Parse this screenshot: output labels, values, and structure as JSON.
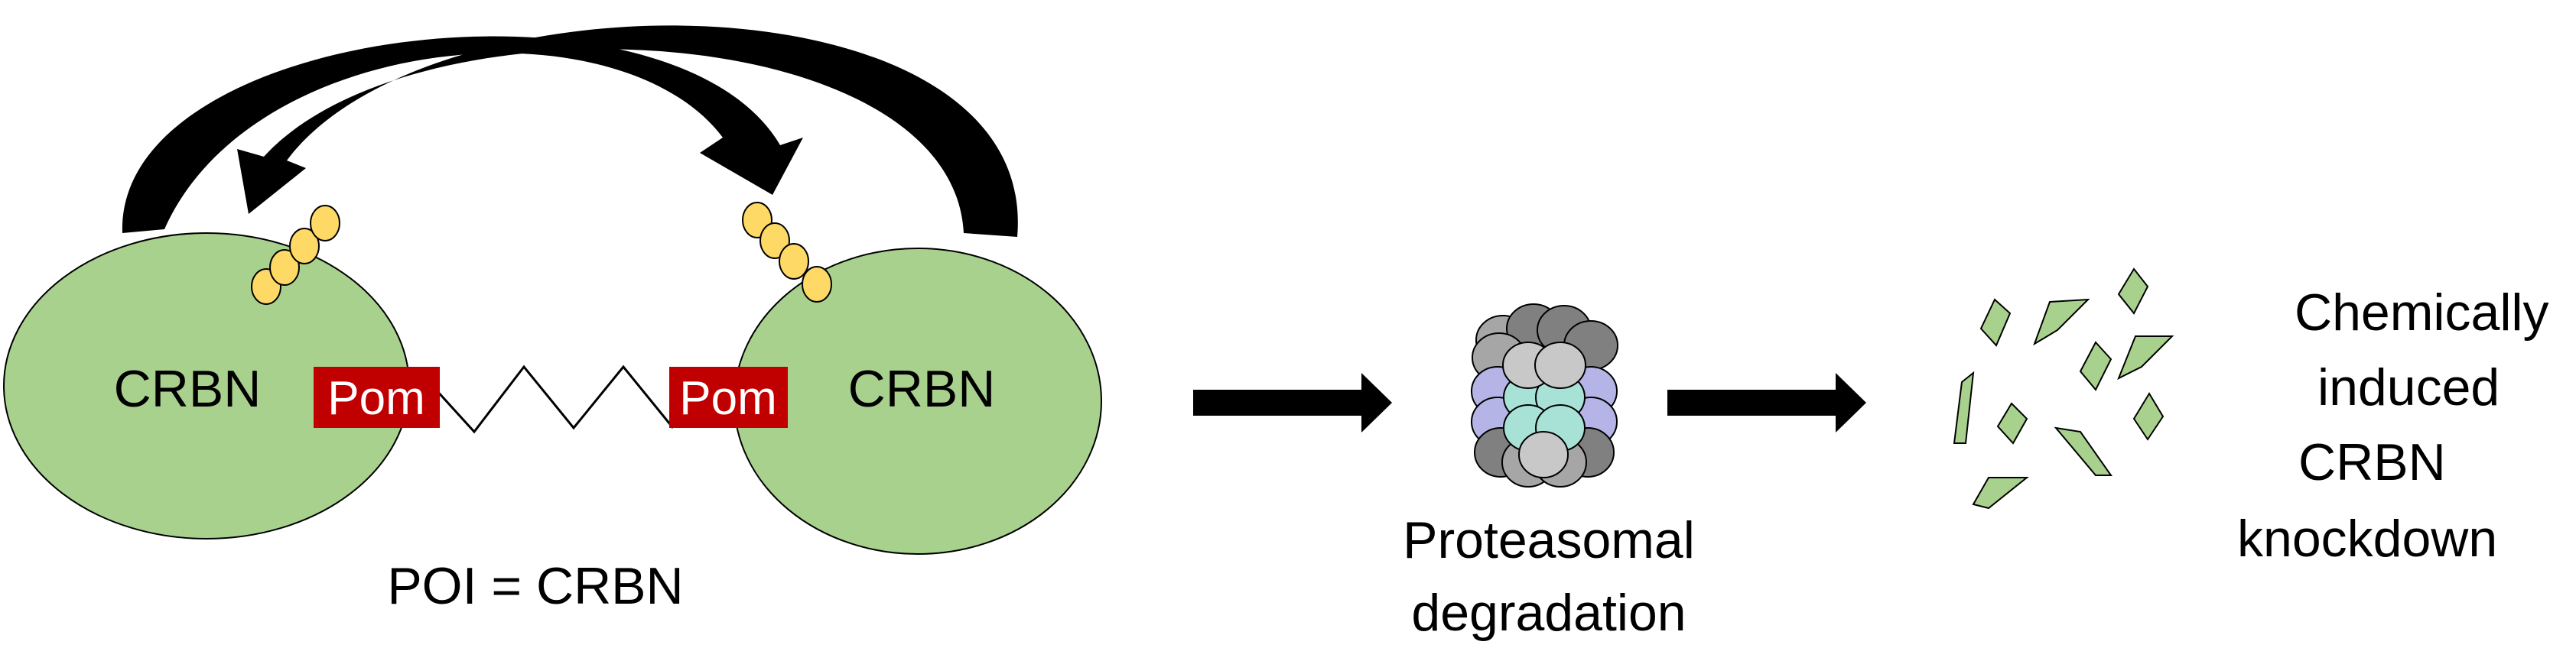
{
  "labels": {
    "crbn_left": "CRBN",
    "crbn_right": "CRBN",
    "pom_left": "Pom",
    "pom_right": "Pom",
    "poi": "POI = CRBN",
    "proteasomal_line1": "Proteasomal",
    "proteasomal_line2": "degradation",
    "knockdown_line1": "Chemically",
    "knockdown_line2": "induced",
    "knockdown_line3": "CRBN",
    "knockdown_line4": "knockdown"
  },
  "colors": {
    "crbn_fill": "#a9d18e",
    "pom_fill": "#c00000",
    "ubiquitin_fill": "#ffd966",
    "fragment_fill": "#a9d18e",
    "proteasome_gray_dark": "#808080",
    "proteasome_gray_mid": "#a6a6a6",
    "proteasome_gray_light": "#c8c8c8",
    "proteasome_purple": "#b4b4e6",
    "proteasome_teal": "#a8e2d6"
  },
  "icons": {
    "proteasome": "proteasome-icon",
    "fragments": "protein-fragments-icon"
  }
}
